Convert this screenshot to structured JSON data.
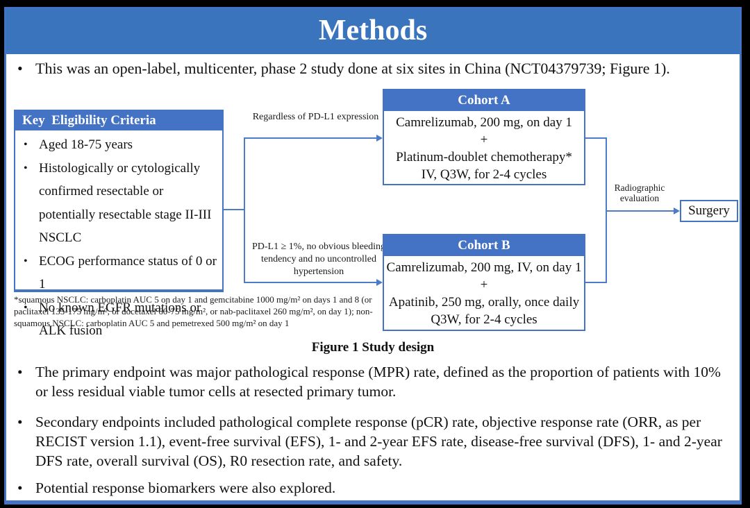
{
  "bullet_char": "•",
  "colors": {
    "title_bar_blue": "#3a74bd",
    "box_header_blue": "#4472c4",
    "connector_blue": "#4a7cc9",
    "text_black": "#111111",
    "background_white": "#ffffff",
    "frame_black": "#000000"
  },
  "header": {
    "title": "Methods"
  },
  "intro_bullet": "This was an open-label, multicenter, phase 2 study done at six sites in China (NCT04379739; Figure 1).",
  "figure": {
    "caption": "Figure 1 Study design",
    "eligibility": {
      "header": "Key  Eligibility Criteria",
      "items": [
        "Aged 18-75 years",
        "Histologically or cytologically confirmed resectable or potentially resectable stage II-III NSCLC",
        "ECOG performance status of 0 or 1",
        "No known EGFR mutations or ALK fusion"
      ]
    },
    "branch_label_a": "Regardless of PD-L1 expression",
    "branch_label_b": "PD-L1 ≥ 1%, no obvious bleeding tendency and no uncontrolled hypertension",
    "cohort_a": {
      "header": "Cohort A",
      "lines": [
        "Camrelizumab, 200 mg, on day 1",
        "+",
        "Platinum-doublet chemotherapy*",
        "IV, Q3W, for 2-4 cycles"
      ]
    },
    "cohort_b": {
      "header": "Cohort B",
      "lines": [
        "Camrelizumab, 200 mg, IV, on day 1",
        "+",
        "Apatinib, 250 mg, orally, once daily",
        "Q3W, for 2-4 cycles"
      ]
    },
    "radiographic_label": "Radiographic evaluation",
    "surgery_label": "Surgery",
    "footnote": "*squamous NSCLC: carboplatin AUC 5 on day 1 and gemcitabine 1000 mg/m² on days 1 and 8 (or paclitaxel 135-175 mg/m², or docetaxel 60-75 mg/m², or nab-paclitaxel 260 mg/m², on day 1); non-squamous NSCLC: carboplatin AUC 5 and pemetrexed 500 mg/m² on day 1"
  },
  "endpoint_bullets": [
    "The primary endpoint was major pathological response (MPR) rate, defined as the proportion of patients with 10% or less residual viable tumor cells at resected primary tumor.",
    "Secondary endpoints included pathological complete response (pCR) rate, objective response rate (ORR, as per RECIST version 1.1), event-free survival (EFS), 1- and 2-year EFS rate, disease-free survival (DFS), 1- and 2-year DFS rate, overall survival (OS), R0 resection rate, and safety.",
    "Potential response biomarkers were also explored."
  ]
}
